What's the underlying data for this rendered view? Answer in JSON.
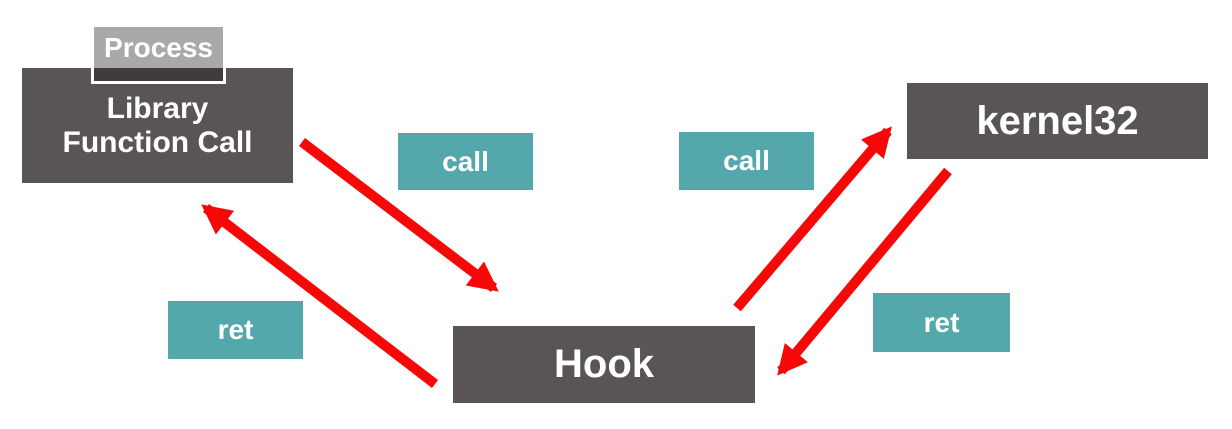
{
  "colors": {
    "node_fill": "#595455",
    "process_fill": "#a9a9a9",
    "process_overlap_fill": "#403c3d",
    "edge_label_fill": "#54a8ab",
    "arrow_red": "#f70808",
    "text_color": "#ffffff",
    "background": "#ffffff"
  },
  "diagram": {
    "nodes": {
      "process": {
        "label": "Process"
      },
      "library": {
        "line1": "Library",
        "line2": "Function Call"
      },
      "kernel32": {
        "label": "kernel32"
      },
      "hook": {
        "label": "Hook"
      }
    },
    "edge_labels": {
      "call_left": "call",
      "call_right": "call",
      "ret_left": "ret",
      "ret_right": "ret"
    }
  }
}
